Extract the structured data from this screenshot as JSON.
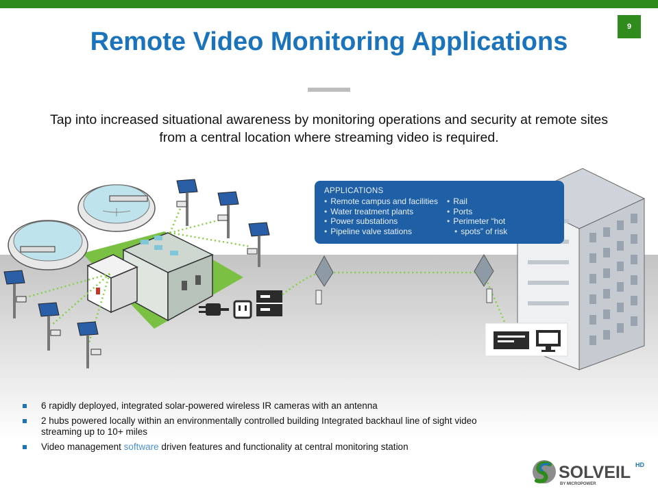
{
  "slide": {
    "page_number": "9",
    "title": "Remote Video Monitoring Applications",
    "subtitle": "Tap into increased situational awareness by monitoring operations and security at remote sites from a central location where streaming video is required."
  },
  "applications": {
    "title": "APPLICATIONS",
    "left_items": [
      "Remote campus and facilities",
      "Water treatment plants",
      "Power substations",
      "Pipeline valve stations"
    ],
    "right_items": [
      "Rail",
      "Ports",
      "Perimeter “hot",
      "spots” of risk"
    ]
  },
  "bullets": {
    "b1": "6 rapidly deployed, integrated solar-powered wireless IR cameras with an antenna",
    "b2": "2 hubs powered locally within an environmentally controlled building Integrated backhaul line of sight video streaming up to 10+ miles",
    "b3_before": "Video management ",
    "b3_highlight": "software",
    "b3_after": " driven features and functionality at central monitoring station"
  },
  "logo": {
    "name": "SOLVEIL",
    "superscript": "HD",
    "tagline": "BY MICROPOWER"
  },
  "colors": {
    "brand_green": "#2e8b1c",
    "title_blue": "#1b74bb",
    "app_box_blue": "#1f5fa5",
    "link_green": "#7fd23c"
  }
}
